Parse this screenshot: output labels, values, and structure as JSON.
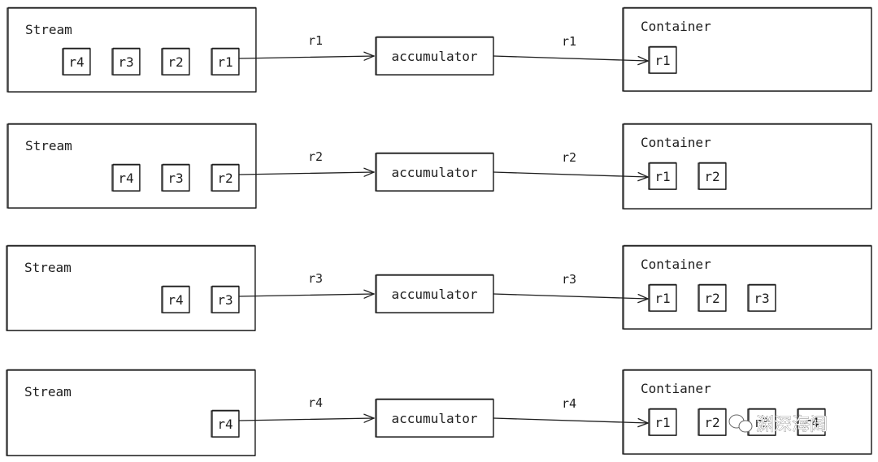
{
  "rows": [
    {
      "stream_label": "Stream",
      "stream_items": [
        "r4",
        "r3",
        "r2",
        "r1"
      ],
      "in_label": "r1",
      "accumulator_label": "accumulator",
      "out_label": "r1",
      "container_label": "Container",
      "container_items": [
        "r1"
      ]
    },
    {
      "stream_label": "Stream",
      "stream_items": [
        "r4",
        "r3",
        "r2"
      ],
      "in_label": "r2",
      "accumulator_label": "accumulator",
      "out_label": "r2",
      "container_label": "Container",
      "container_items": [
        "r1",
        "r2"
      ]
    },
    {
      "stream_label": "Stream",
      "stream_items": [
        "r4",
        "r3"
      ],
      "in_label": "r3",
      "accumulator_label": "accumulator",
      "out_label": "r3",
      "container_label": "Container",
      "container_items": [
        "r1",
        "r2",
        "r3"
      ]
    },
    {
      "stream_label": "Stream",
      "stream_items": [
        "r4"
      ],
      "in_label": "r4",
      "accumulator_label": "accumulator",
      "out_label": "r4",
      "container_label": "Contianer",
      "container_items": [
        "r1",
        "r2",
        "r3",
        "r4"
      ]
    }
  ],
  "watermark": {
    "text": "渊深海阔",
    "icon": "wechat-icon"
  }
}
